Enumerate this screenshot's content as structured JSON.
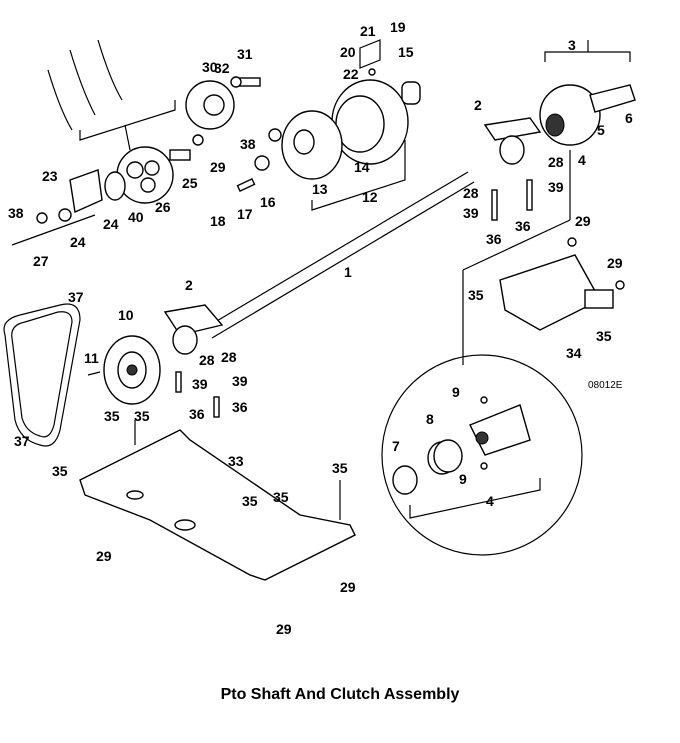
{
  "title": "Pto Shaft And Clutch Assembly",
  "drawing_code": "08012E",
  "callouts": [
    "21",
    "19",
    "20",
    "15",
    "22",
    "3",
    "30",
    "31",
    "32",
    "2",
    "6",
    "5",
    "4",
    "28",
    "39",
    "38",
    "29",
    "14",
    "13",
    "12",
    "25",
    "23",
    "26",
    "40",
    "24",
    "24",
    "38",
    "27",
    "16",
    "17",
    "18",
    "28",
    "39",
    "36",
    "36",
    "29",
    "29",
    "35",
    "35",
    "34",
    "1",
    "2",
    "37",
    "10",
    "11",
    "28",
    "28",
    "39",
    "39",
    "36",
    "36",
    "37",
    "35",
    "35",
    "35",
    "33",
    "35",
    "35",
    "35",
    "29",
    "29",
    "29",
    "9",
    "8",
    "7",
    "9",
    "4"
  ]
}
